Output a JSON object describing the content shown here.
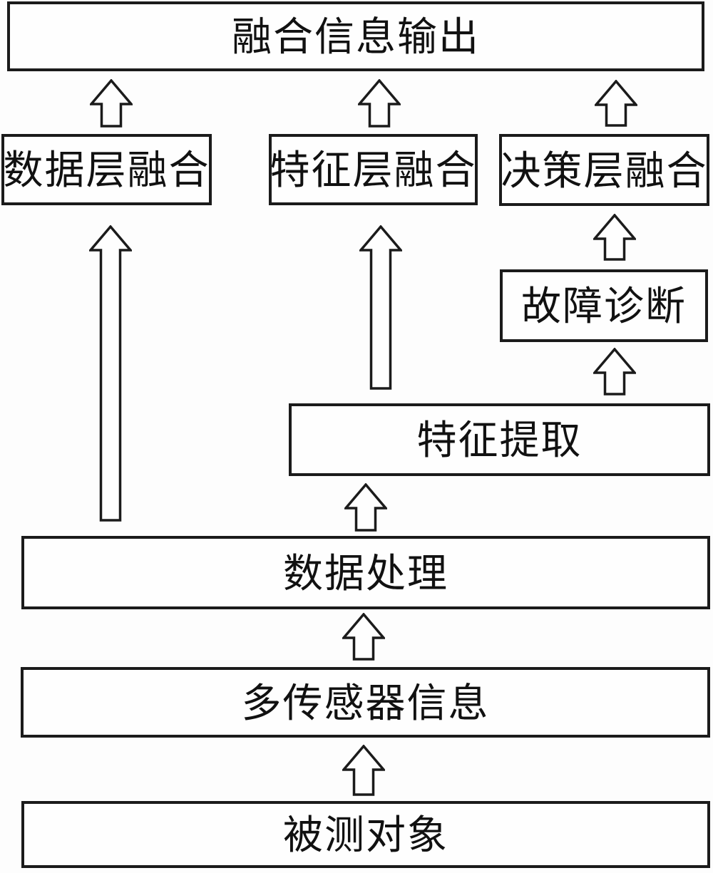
{
  "diagram_type": "flowchart",
  "colors": {
    "background": "#fdfdfd",
    "line": "#1b1b1b",
    "text": "#111111",
    "node_fill": "#fefefe"
  },
  "nodes": {
    "output": "融合信息输出",
    "data_layer": "数据层融合",
    "feature_layer": "特征层融合",
    "decision_layer": "决策层融合",
    "fault_diagnosis": "故障诊断",
    "feature_extraction": "特征提取",
    "data_processing": "数据处理",
    "multi_sensor": "多传感器信息",
    "measured_object": "被测对象"
  },
  "edges": [
    {
      "from": "data_layer",
      "to": "output"
    },
    {
      "from": "feature_layer",
      "to": "output"
    },
    {
      "from": "decision_layer",
      "to": "output"
    },
    {
      "from": "fault_diagnosis",
      "to": "decision_layer"
    },
    {
      "from": "feature_extraction",
      "to": "fault_diagnosis"
    },
    {
      "from": "feature_extraction",
      "to": "feature_layer"
    },
    {
      "from": "data_processing",
      "to": "data_layer"
    },
    {
      "from": "data_processing",
      "to": "feature_extraction"
    },
    {
      "from": "multi_sensor",
      "to": "data_processing"
    },
    {
      "from": "measured_object",
      "to": "multi_sensor"
    }
  ]
}
